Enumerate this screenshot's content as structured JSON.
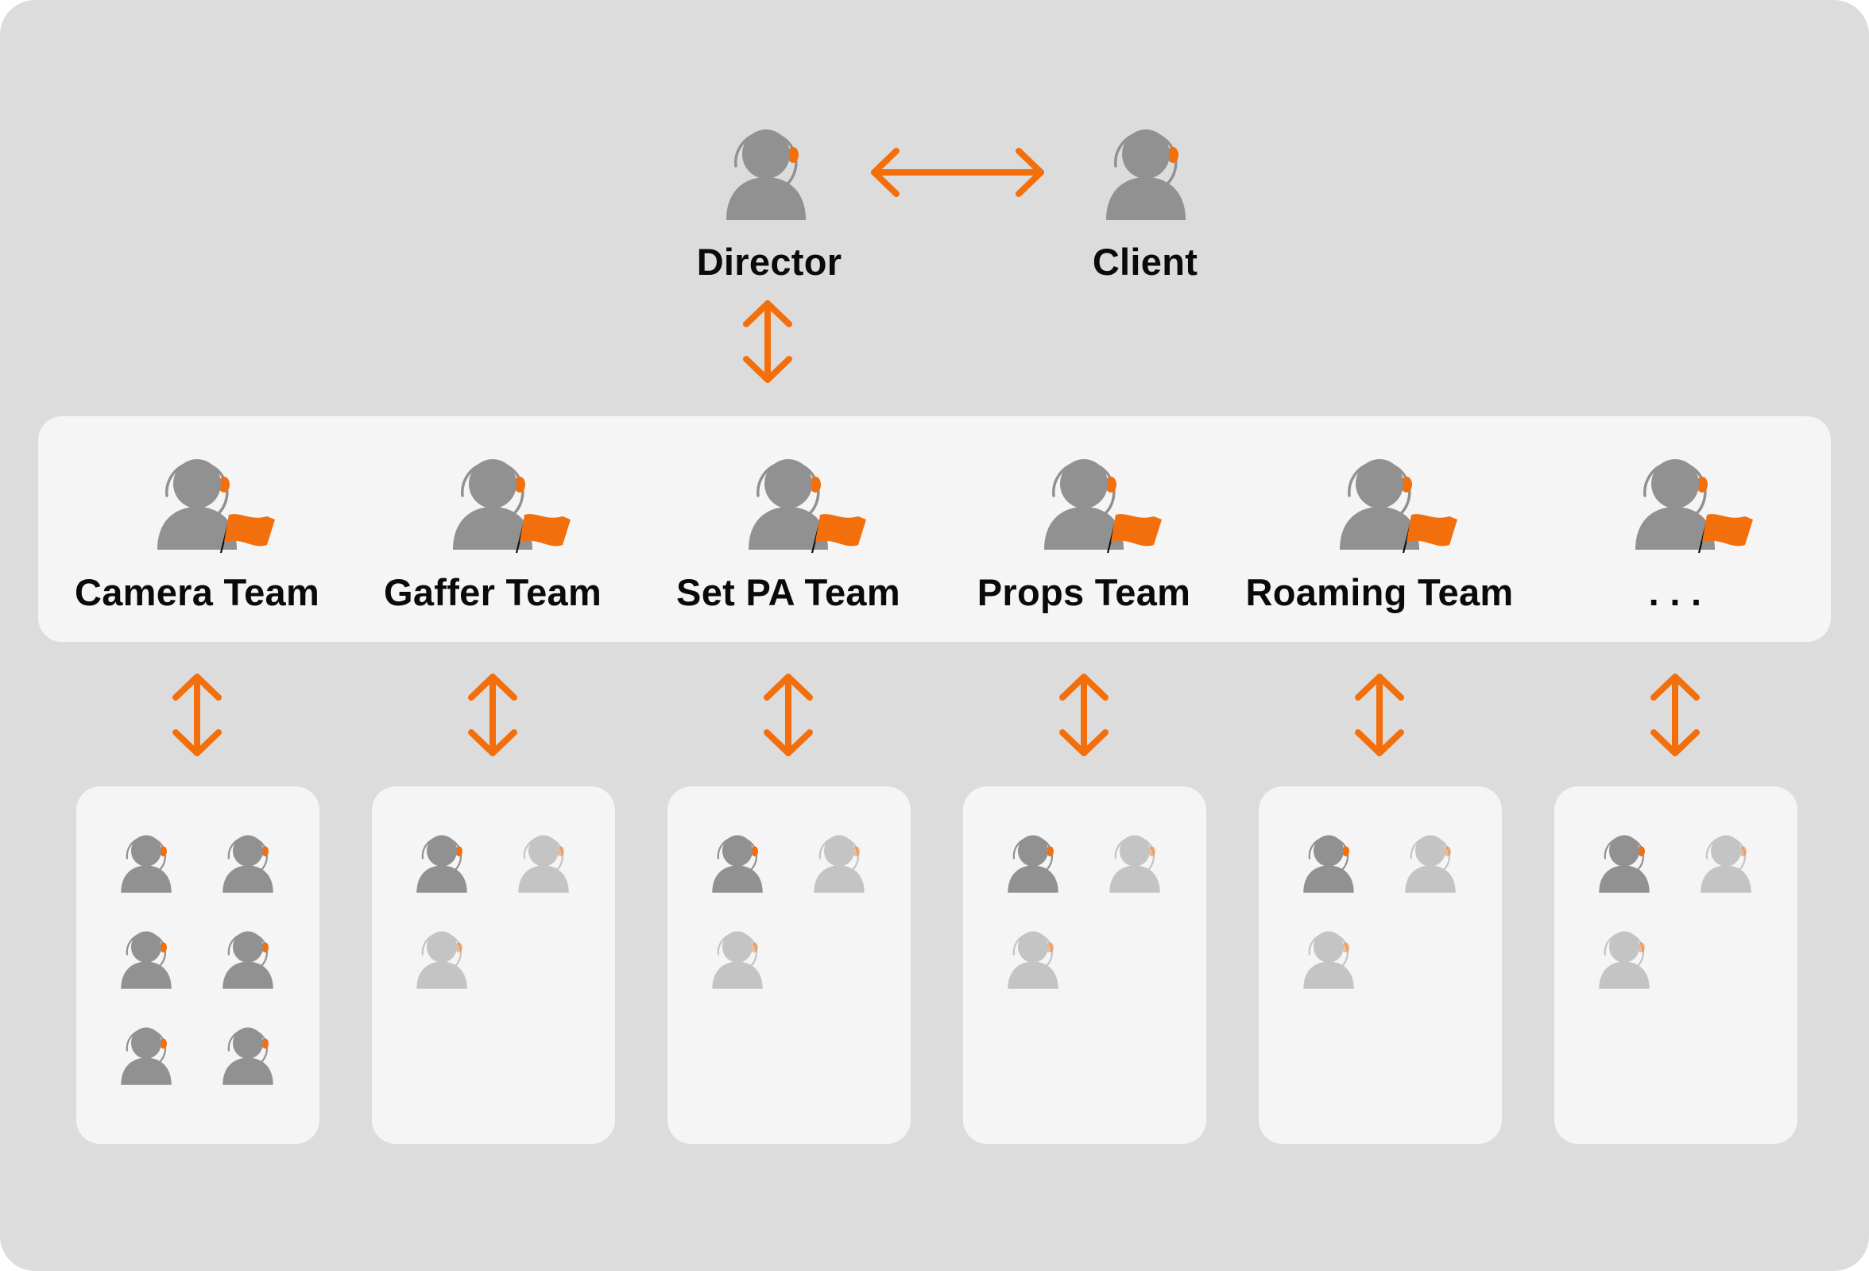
{
  "colors": {
    "background": "#dcdcdc",
    "panel": "#f5f5f5",
    "accent": "#f36f0c",
    "person_active": "#919191",
    "person_inactive": "#c4c4c4",
    "text": "#0a0a0a"
  },
  "top": {
    "director": {
      "label": "Director",
      "icon": "headset-person-icon"
    },
    "client": {
      "label": "Client",
      "icon": "headset-person-icon"
    },
    "link": "bidirectional-arrow-icon"
  },
  "teams": [
    {
      "label": "Camera Team",
      "icon": "team-lead-flag-icon",
      "members": [
        "active",
        "active",
        "active",
        "active",
        "active",
        "active"
      ]
    },
    {
      "label": "Gaffer Team",
      "icon": "team-lead-flag-icon",
      "members": [
        "active",
        "inactive",
        "inactive"
      ]
    },
    {
      "label": "Set PA Team",
      "icon": "team-lead-flag-icon",
      "members": [
        "active",
        "inactive",
        "inactive"
      ]
    },
    {
      "label": "Props Team",
      "icon": "team-lead-flag-icon",
      "members": [
        "active",
        "inactive",
        "inactive"
      ]
    },
    {
      "label": "Roaming Team",
      "icon": "team-lead-flag-icon",
      "members": [
        "active",
        "inactive",
        "inactive"
      ]
    },
    {
      "label": ". . .",
      "icon": "team-lead-flag-icon",
      "members": [
        "active",
        "inactive",
        "inactive"
      ]
    }
  ]
}
